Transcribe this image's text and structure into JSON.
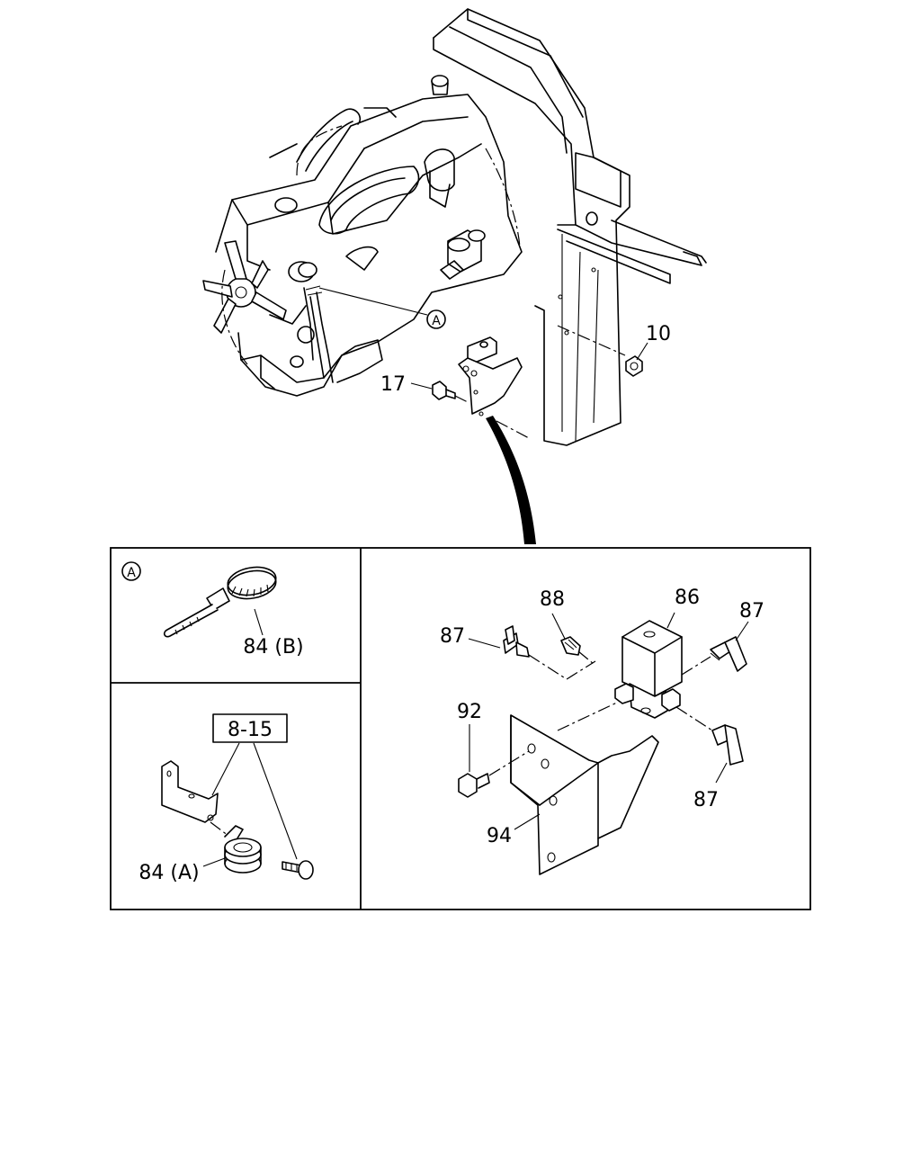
{
  "callouts": {
    "c10": "10",
    "c17": "17",
    "c84b": "84 (B)",
    "c84a": "84 (A)",
    "c86": "86",
    "c87_left": "87",
    "c87_right": "87",
    "c87_bottom": "87",
    "c88": "88",
    "c92": "92",
    "c94": "94",
    "ref_box": "8-15"
  },
  "detail_marker": "A",
  "icons": {
    "engine": "engine-illustration",
    "frame": "chassis-frame-illustration",
    "valve": "solenoid-valve-illustration",
    "bracket": "bracket-illustration"
  }
}
